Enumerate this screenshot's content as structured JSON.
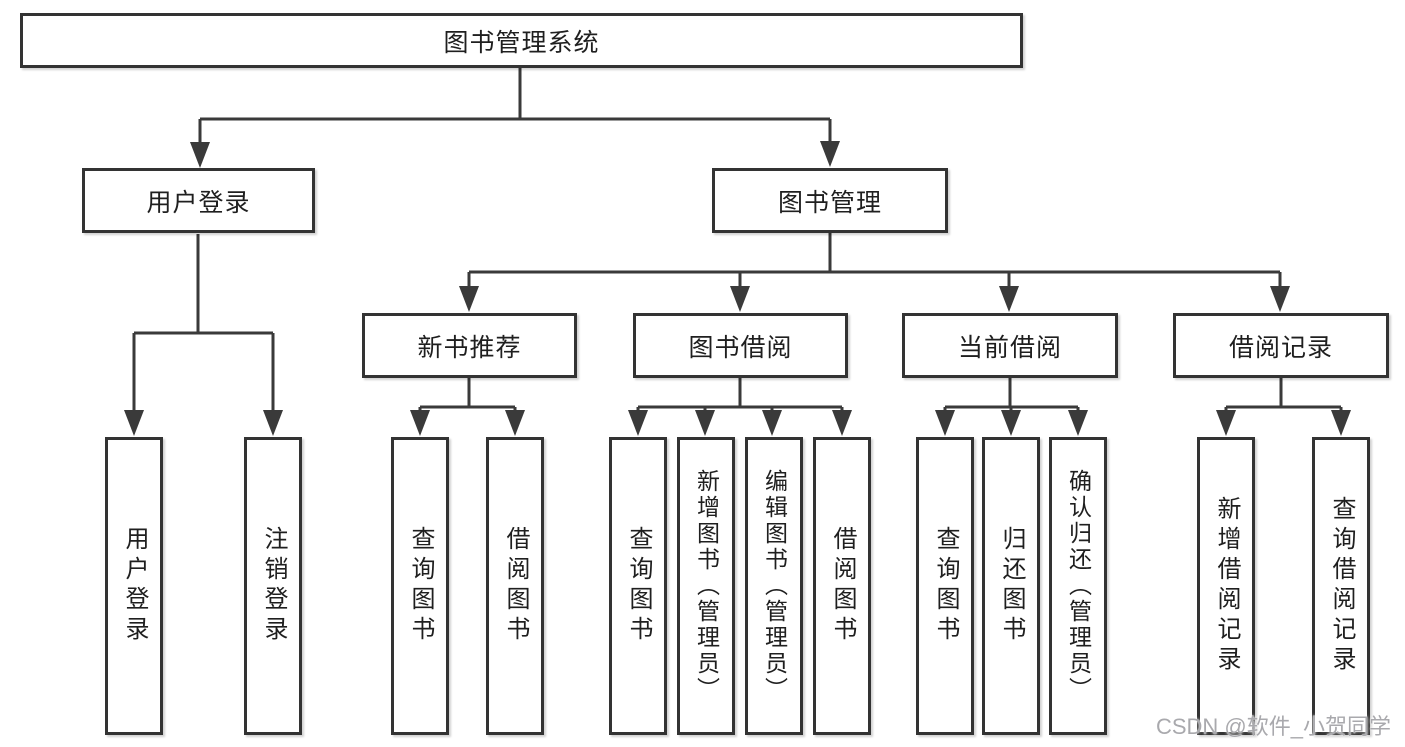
{
  "diagram_title": "图书管理系统",
  "tree": {
    "label": "图书管理系统",
    "children": [
      {
        "label": "用户登录",
        "children": [
          {
            "label": "用户登录"
          },
          {
            "label": "注销登录"
          }
        ]
      },
      {
        "label": "图书管理",
        "children": [
          {
            "label": "新书推荐",
            "children": [
              {
                "label": "查询图书"
              },
              {
                "label": "借阅图书"
              }
            ]
          },
          {
            "label": "图书借阅",
            "children": [
              {
                "label": "查询图书"
              },
              {
                "label": "新增图书（管理员）"
              },
              {
                "label": "编辑图书（管理员）"
              },
              {
                "label": "借阅图书"
              }
            ]
          },
          {
            "label": "当前借阅",
            "children": [
              {
                "label": "查询图书"
              },
              {
                "label": "归还图书"
              },
              {
                "label": "确认归还（管理员）"
              }
            ]
          },
          {
            "label": "借阅记录",
            "children": [
              {
                "label": "新增借阅记录"
              },
              {
                "label": "查询借阅记录"
              }
            ]
          }
        ]
      }
    ]
  },
  "watermark": {
    "text": "CSDN @软件_小贺同学"
  },
  "colors": {
    "line": "#3a3a3a",
    "box_border": "#333333",
    "box_fill": "#ffffff",
    "text": "#1f1f1f",
    "watermark": "#a9a9ad",
    "background": "#ffffff"
  }
}
